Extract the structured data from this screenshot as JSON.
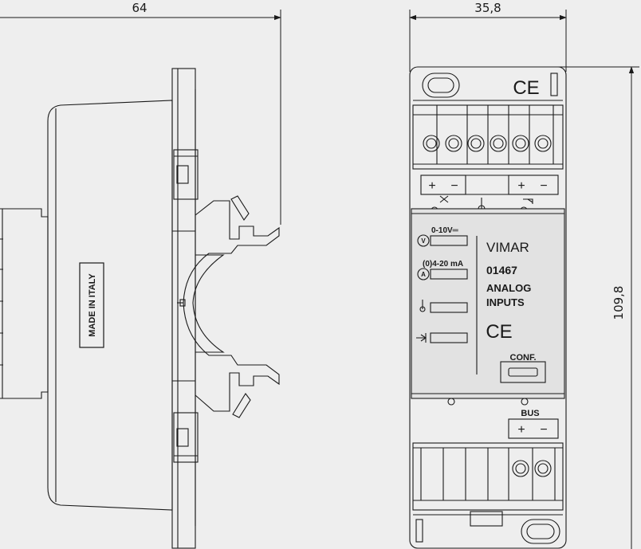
{
  "dimensions": {
    "side_width": "64",
    "front_width": "35,8",
    "front_height": "109,8"
  },
  "side_view": {
    "label": "MADE IN ITALY"
  },
  "front_view": {
    "ce_mark_top": "CE",
    "terminal_polarity_left": [
      "+",
      "−"
    ],
    "terminal_polarity_right": [
      "+",
      "−"
    ],
    "input_labels": [
      "0-10V═",
      "(0)4-20 mA"
    ],
    "input_symbols": [
      "V",
      "A"
    ],
    "brand": "VIMAR",
    "product_code": "01467",
    "product_name_line1": "ANALOG",
    "product_name_line2": "INPUTS",
    "ce_mark_panel": "CE",
    "conf_label": "CONF.",
    "bus_label": "BUS",
    "bus_polarity": [
      "+",
      "−"
    ]
  },
  "colors": {
    "background": "#eeeeee",
    "line": "#1a1a1a",
    "panel_fill": "#e2e2e2"
  }
}
